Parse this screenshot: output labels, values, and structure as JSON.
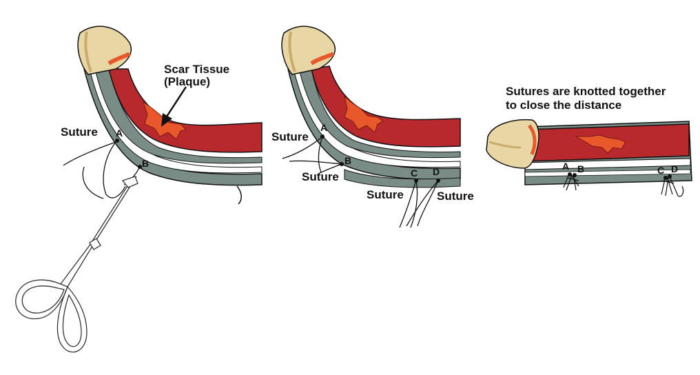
{
  "colors": {
    "tissue": "#b8292d",
    "tissue_edge": "#8f1f22",
    "plaque": "#e8582a",
    "sheath": "#7a8c86",
    "glans": "#e8d7a4",
    "glans_shade": "#c9ac6a",
    "ink": "#111111"
  },
  "panel1": {
    "scar_label_line1": "Scar Tissue",
    "scar_label_line2": "(Plaque)",
    "suture_label": "Suture",
    "point_a": "A",
    "point_b": "B"
  },
  "panel2": {
    "suture_label_top": "Suture",
    "suture_label_mid": "Suture",
    "suture_label_left_bottom": "Suture",
    "suture_label_right_bottom": "Suture",
    "point_a": "A",
    "point_b": "B",
    "point_c": "C",
    "point_d": "D"
  },
  "panel3": {
    "caption_line1": "Sutures are knotted together",
    "caption_line2": "to close the distance",
    "point_a": "A",
    "point_b": "B",
    "point_c": "C",
    "point_d": "D"
  }
}
